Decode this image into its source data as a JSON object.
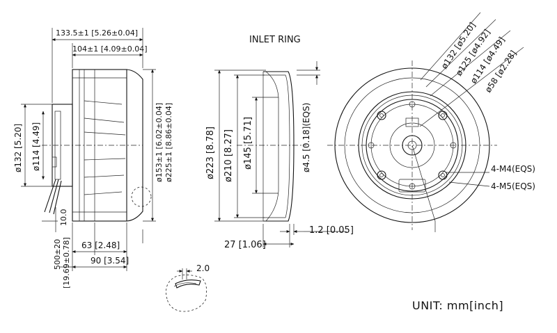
{
  "side_view": {
    "dim_overall": "133.5±1 [5.26±0.04]",
    "dim_wheel": "104±1 [4.09±0.04]",
    "dim_d132": "ø132 [5.20]",
    "dim_d114": "ø114 [4.49]",
    "dim_d153": "ø153±1 [6.02±0.04]",
    "dim_d225": "ø225±1 [8.86±0.04]",
    "dim_63": "63 [2.48]",
    "dim_90": "90 [3.54]",
    "dim_lead": "500±20",
    "dim_lead_in": "[19.69±0.78]",
    "dim_strip": "10.0"
  },
  "inlet_ring": {
    "title": "INLET RING",
    "dim_d223": "ø223 [8.78]",
    "dim_d210": "ø210 [8.27]",
    "dim_d145": "ø145 [5.71]",
    "dim_hole": "ø4.5 [0.18](EQS)",
    "dim_27": "27 [1.06]",
    "dim_thk": "1.2 [0.05]"
  },
  "front_view": {
    "leaders": [
      "ø132 [ø5.20]",
      "ø125 [ø4.92]",
      "ø114 [ø4.49]",
      "ø58 [ø2.28]"
    ],
    "holes_m4": "4-M4(EQS)",
    "holes_m5": "4-M5(EQS)"
  },
  "detail": {
    "dim_blade": "2.0"
  },
  "unit": "UNIT: mm[inch]"
}
